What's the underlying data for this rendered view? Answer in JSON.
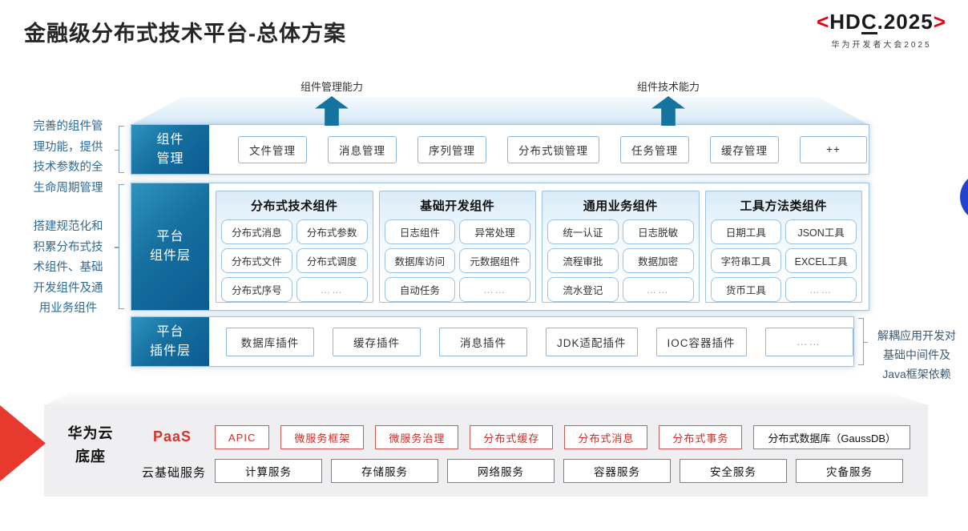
{
  "slide": {
    "title": "金融级分布式技术平台-总体方案"
  },
  "logo": {
    "angle_left": "<",
    "name_pre": "HD",
    "name_underlined": "C",
    "name_post": ".2025",
    "angle_right": ">",
    "subtitle": "华为开发者大会2025"
  },
  "capability_arrows": {
    "left": "组件管理能力",
    "right": "组件技术能力"
  },
  "annotations": {
    "component_mgmt": "完善的组件管\n理功能，提供\n技术参数的全\n生命周期管理",
    "platform_components": "搭建规范化和\n积累分布式技\n术组件、基础\n开发组件及通\n用业务组件",
    "plugin_layer": "解耦应用开发对\n基础中间件及\nJava框架依赖"
  },
  "layers": {
    "component_mgmt": {
      "label": "组件\n管理",
      "items": [
        "文件管理",
        "消息管理",
        "序列管理",
        "分布式锁管理",
        "任务管理",
        "缓存管理",
        "++"
      ]
    },
    "platform_components": {
      "label": "平台\n组件层",
      "columns": [
        {
          "title": "分布式技术组件",
          "items": [
            "分布式消息",
            "分布式参数",
            "分布式文件",
            "分布式调度",
            "分布式序号",
            "……"
          ]
        },
        {
          "title": "基础开发组件",
          "items": [
            "日志组件",
            "异常处理",
            "数据库访问",
            "元数据组件",
            "自动任务",
            "……"
          ]
        },
        {
          "title": "通用业务组件",
          "items": [
            "统一认证",
            "日志脱敏",
            "流程审批",
            "数据加密",
            "流水登记",
            "……"
          ]
        },
        {
          "title": "工具方法类组件",
          "items": [
            "日期工具",
            "JSON工具",
            "字符串工具",
            "EXCEL工具",
            "货币工具",
            "……"
          ]
        }
      ]
    },
    "plugin_layer": {
      "label": "平台\n插件层",
      "items": [
        "数据库插件",
        "缓存插件",
        "消息插件",
        "JDK适配插件",
        "IOC容器插件",
        "……"
      ]
    }
  },
  "foundation": {
    "label": "华为云\n底座",
    "paas": {
      "label": "PaaS",
      "items": [
        "APIC",
        "微服务框架",
        "微服务治理",
        "分布式缓存",
        "分布式消息",
        "分布式事务"
      ],
      "db_item": "分布式数据库（GaussDB）"
    },
    "cloud": {
      "label": "云基础服务",
      "items": [
        "计算服务",
        "存储服务",
        "网络服务",
        "容器服务",
        "安全服务",
        "灾备服务"
      ]
    }
  },
  "colors": {
    "layer_label_blue": "#0b5b90",
    "arrow_teal": "#15749f",
    "box_border_blue": "#9dc3e2",
    "huawei_red": "#d9342b",
    "logo_red": "#e60012",
    "panel_gray": "#efeff1",
    "circle_blue": "#2343cf"
  }
}
